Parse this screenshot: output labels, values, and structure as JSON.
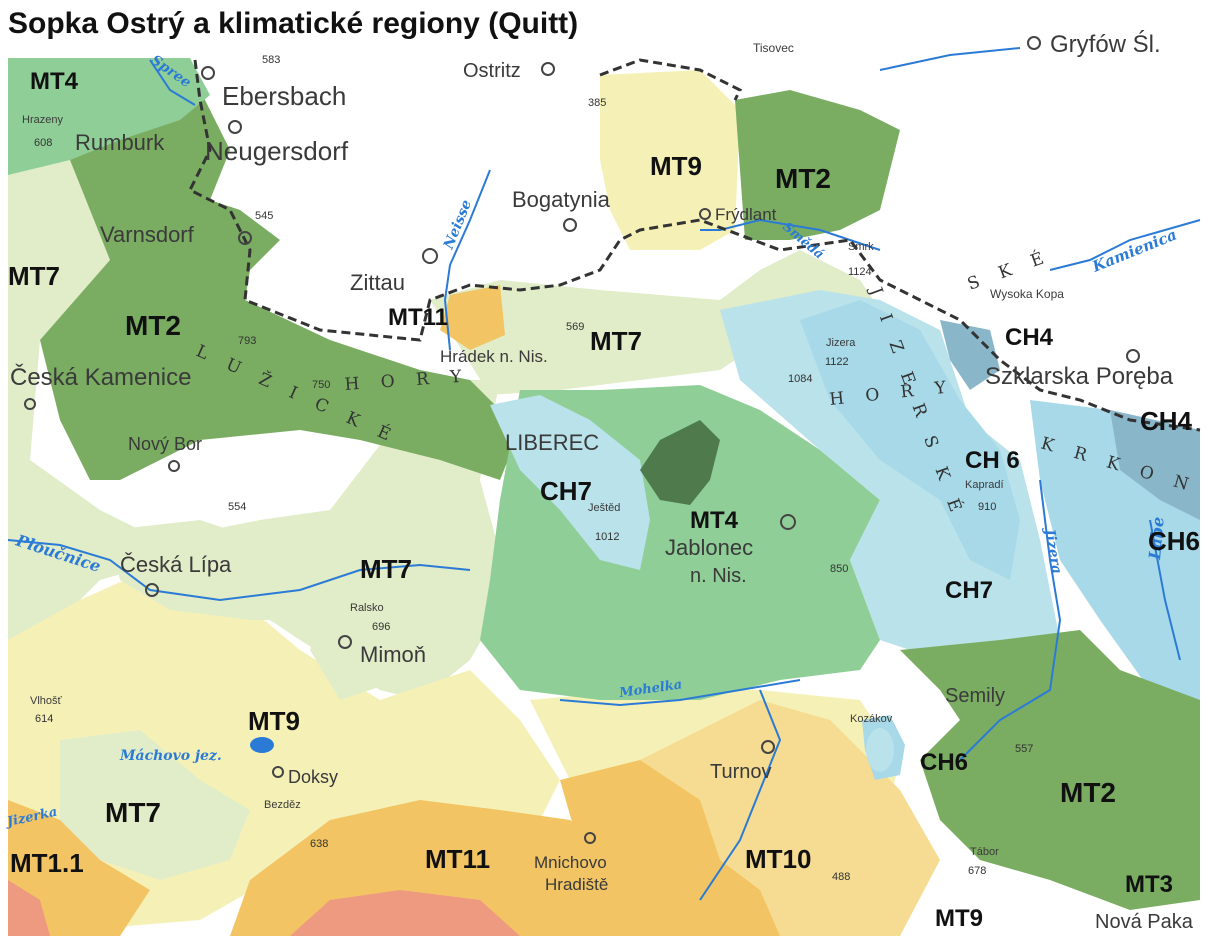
{
  "header": {
    "title": "Sopka Ostrý a klimatické regiony (Quitt)"
  },
  "colors": {
    "MT2": "#7aad62",
    "MT4": "#8fce97",
    "MT7": "#e1ecc8",
    "MT9": "#f5f1b6",
    "MT10": "#f6dc92",
    "MT11": "#f2c463",
    "CH4": "#8ab6c9",
    "CH6": "#a7d9e8",
    "CH7": "#b9e2ea",
    "T2": "#ee9a80",
    "river": "#2b7bd6",
    "border": "#333333"
  },
  "zones": [
    {
      "id": "mt4-nw",
      "text": "MT4"
    },
    {
      "id": "mt7-w",
      "text": "MT7"
    },
    {
      "id": "mt2-w",
      "text": "MT2"
    },
    {
      "id": "mt9-n",
      "text": "MT9"
    },
    {
      "id": "mt2-n",
      "text": "MT2"
    },
    {
      "id": "mt11-n",
      "text": "MT11"
    },
    {
      "id": "mt7-c",
      "text": "MT7"
    },
    {
      "id": "ch4-ne",
      "text": "CH4"
    },
    {
      "id": "ch4-e",
      "text": "CH4"
    },
    {
      "id": "ch6-e",
      "text": "CH 6"
    },
    {
      "id": "ch6-fe",
      "text": "CH6"
    },
    {
      "id": "ch7-c",
      "text": "CH7"
    },
    {
      "id": "mt4-c",
      "text": "MT4"
    },
    {
      "id": "ch7-e",
      "text": "CH7"
    },
    {
      "id": "mt7-m",
      "text": "MT7"
    },
    {
      "id": "mt9-sw",
      "text": "MT9"
    },
    {
      "id": "mt7-sw",
      "text": "MT7"
    },
    {
      "id": "mt11-sw",
      "text": "MT1.1"
    },
    {
      "id": "mt11-s",
      "text": "MT11"
    },
    {
      "id": "mt10-s",
      "text": "MT10"
    },
    {
      "id": "ch6-se",
      "text": "CH6"
    },
    {
      "id": "mt2-se",
      "text": "MT2"
    },
    {
      "id": "mt3-se",
      "text": "MT3"
    },
    {
      "id": "mt9-se",
      "text": "MT9"
    }
  ],
  "towns": [
    {
      "id": "ebersbach",
      "text": "Ebersbach"
    },
    {
      "id": "neugersdorf",
      "text": "Neugersdorf"
    },
    {
      "id": "rumburk",
      "text": "Rumburk"
    },
    {
      "id": "varnsdorf",
      "text": "Varnsdorf"
    },
    {
      "id": "ostritz",
      "text": "Ostritz"
    },
    {
      "id": "bogatynia",
      "text": "Bogatynia"
    },
    {
      "id": "frydlant",
      "text": "Frýdlant"
    },
    {
      "id": "gryfow",
      "text": "Gryfów Śl."
    },
    {
      "id": "tisovec",
      "text": "Tisovec"
    },
    {
      "id": "zittau",
      "text": "Zittau"
    },
    {
      "id": "hradek",
      "text": "Hrádek n. Nis."
    },
    {
      "id": "ceska-kamenice",
      "text": "Česká Kamenice"
    },
    {
      "id": "novy-bor",
      "text": "Nový Bor"
    },
    {
      "id": "liberec",
      "text": "LIBEREC"
    },
    {
      "id": "jablonec-1",
      "text": "Jablonec"
    },
    {
      "id": "jablonec-2",
      "text": "n. Nis."
    },
    {
      "id": "szklarska",
      "text": "Szklarska Poręba"
    },
    {
      "id": "wysoka-kopa",
      "text": "Wysoka Kopa"
    },
    {
      "id": "ceska-lipa",
      "text": "Česká Lípa"
    },
    {
      "id": "mimon",
      "text": "Mimoň"
    },
    {
      "id": "doksy",
      "text": "Doksy"
    },
    {
      "id": "semily",
      "text": "Semily"
    },
    {
      "id": "turnov",
      "text": "Turnov"
    },
    {
      "id": "mnichovo-1",
      "text": "Mnichovo"
    },
    {
      "id": "mnichovo-2",
      "text": "Hradiště"
    },
    {
      "id": "nova-paka",
      "text": "Nová Paka"
    },
    {
      "id": "hrazeny",
      "text": "Hrazeny"
    },
    {
      "id": "jizera",
      "text": "Jizera"
    },
    {
      "id": "kapradi",
      "text": "Kapradí"
    },
    {
      "id": "ralsko",
      "text": "Ralsko"
    },
    {
      "id": "bezdez",
      "text": "Bezděz"
    },
    {
      "id": "vlhost",
      "text": "Vlhošť"
    },
    {
      "id": "kozakov",
      "text": "Kozákov"
    },
    {
      "id": "tabor",
      "text": "Tábor"
    },
    {
      "id": "smrk",
      "text": "Smrk"
    },
    {
      "id": "jested",
      "text": "Ještěd"
    }
  ],
  "heights": [
    {
      "id": "h583",
      "text": "583"
    },
    {
      "id": "h608",
      "text": "608"
    },
    {
      "id": "h545",
      "text": "545"
    },
    {
      "id": "h385",
      "text": "385"
    },
    {
      "id": "h569",
      "text": "569"
    },
    {
      "id": "h793",
      "text": "793"
    },
    {
      "id": "h750",
      "text": "750"
    },
    {
      "id": "h554",
      "text": "554"
    },
    {
      "id": "h1012",
      "text": "1012"
    },
    {
      "id": "h1122",
      "text": "1122"
    },
    {
      "id": "h1124",
      "text": "1124"
    },
    {
      "id": "h1084",
      "text": "1084"
    },
    {
      "id": "h850",
      "text": "850"
    },
    {
      "id": "h696",
      "text": "696"
    },
    {
      "id": "h614",
      "text": "614"
    },
    {
      "id": "h638",
      "text": "638"
    },
    {
      "id": "h557",
      "text": "557"
    },
    {
      "id": "h678",
      "text": "678"
    },
    {
      "id": "h488",
      "text": "488"
    },
    {
      "id": "h910",
      "text": "910"
    }
  ],
  "rivers": [
    {
      "id": "spree",
      "text": "Spree"
    },
    {
      "id": "neisse",
      "text": "Neisse"
    },
    {
      "id": "smeda",
      "text": "Smědá"
    },
    {
      "id": "kamienica",
      "text": "Kamienica"
    },
    {
      "id": "ploucnice",
      "text": "Ploučnice"
    },
    {
      "id": "machovo",
      "text": "Máchovo jez."
    },
    {
      "id": "mohelka",
      "text": "Mohelka"
    },
    {
      "id": "jizera-r",
      "text": "Jizera"
    },
    {
      "id": "labe",
      "text": "Labe"
    },
    {
      "id": "jizerka",
      "text": "Jizerka"
    }
  ],
  "regions": [
    {
      "id": "luzicke",
      "text": "L U Ž I C K É"
    },
    {
      "id": "hory",
      "text": "H O R Y"
    },
    {
      "id": "jizerske",
      "text": "J I Z E R S K É"
    },
    {
      "id": "krkonose",
      "text": "K R K O N O Š E"
    },
    {
      "id": "hory2",
      "text": "H O R Y"
    },
    {
      "id": "kke",
      "text": "S K É"
    }
  ]
}
